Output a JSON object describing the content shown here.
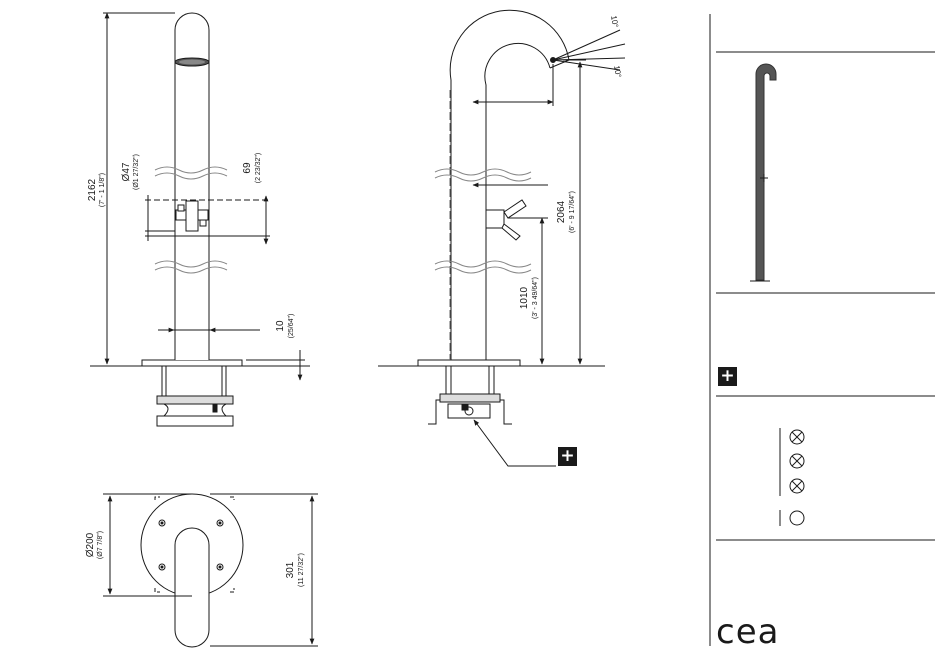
{
  "front_view": {
    "height": {
      "mm": "2162",
      "inch": "(7' - 1 1/8\")"
    },
    "diameter": {
      "mm": "Ø47",
      "inch": "(Ø1 27/32\")"
    },
    "handle_offset": {
      "mm": "69",
      "inch": "(2 23/32\")"
    },
    "base_thickness": {
      "mm": "10",
      "inch": "(25/64\")"
    }
  },
  "side_view": {
    "angle_top": "10°",
    "angle_bottom": "10°",
    "shower_height": {
      "mm": "2064",
      "inch": "(6' - 9 17/64\")"
    },
    "valve_height": {
      "mm": "1010",
      "inch": "(3' - 3 49/64\")"
    }
  },
  "plan_view": {
    "plate_diameter": {
      "mm": "Ø200",
      "inch": "(Ø7 7/8\")"
    },
    "overall_length": {
      "mm": "301",
      "inch": "(11 27/32\")"
    }
  },
  "markers": {
    "detail_marker": "+",
    "panel_marker": "+"
  },
  "brand": {
    "logo": "cea"
  }
}
